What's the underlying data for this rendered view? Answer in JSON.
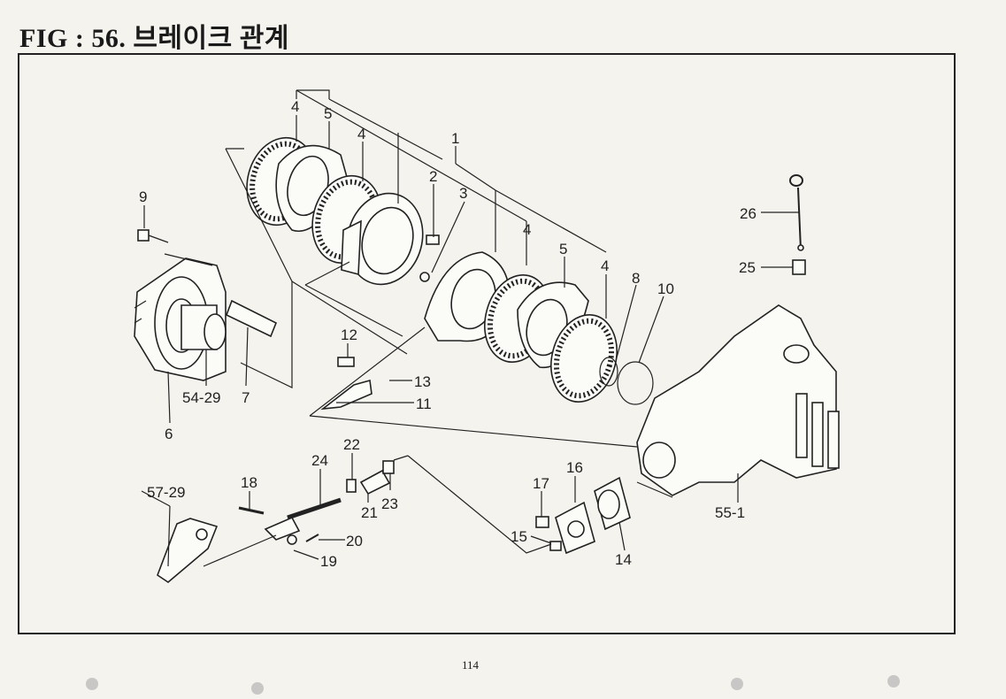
{
  "figure": {
    "title": "FIG : 56.  브레이크 관계"
  },
  "page_number": "114",
  "callouts": [
    {
      "id": "c-1",
      "text": "1"
    },
    {
      "id": "c-2",
      "text": "2"
    },
    {
      "id": "c-3",
      "text": "3"
    },
    {
      "id": "c-4a",
      "text": "4"
    },
    {
      "id": "c-4b",
      "text": "4"
    },
    {
      "id": "c-4c",
      "text": "4"
    },
    {
      "id": "c-4d",
      "text": "4"
    },
    {
      "id": "c-5a",
      "text": "5"
    },
    {
      "id": "c-5b",
      "text": "5"
    },
    {
      "id": "c-6",
      "text": "6"
    },
    {
      "id": "c-7",
      "text": "7"
    },
    {
      "id": "c-8",
      "text": "8"
    },
    {
      "id": "c-9",
      "text": "9"
    },
    {
      "id": "c-10",
      "text": "10"
    },
    {
      "id": "c-11",
      "text": "11"
    },
    {
      "id": "c-12",
      "text": "12"
    },
    {
      "id": "c-13",
      "text": "13"
    },
    {
      "id": "c-14",
      "text": "14"
    },
    {
      "id": "c-15",
      "text": "15"
    },
    {
      "id": "c-16",
      "text": "16"
    },
    {
      "id": "c-17",
      "text": "17"
    },
    {
      "id": "c-18",
      "text": "18"
    },
    {
      "id": "c-19",
      "text": "19"
    },
    {
      "id": "c-20",
      "text": "20"
    },
    {
      "id": "c-21",
      "text": "21"
    },
    {
      "id": "c-22",
      "text": "22"
    },
    {
      "id": "c-23",
      "text": "23"
    },
    {
      "id": "c-24",
      "text": "24"
    },
    {
      "id": "c-25",
      "text": "25"
    },
    {
      "id": "c-26",
      "text": "26"
    },
    {
      "id": "c-54-29",
      "text": "54-29"
    },
    {
      "id": "c-55-1",
      "text": "55-1"
    },
    {
      "id": "c-57-29",
      "text": "57-29"
    }
  ]
}
